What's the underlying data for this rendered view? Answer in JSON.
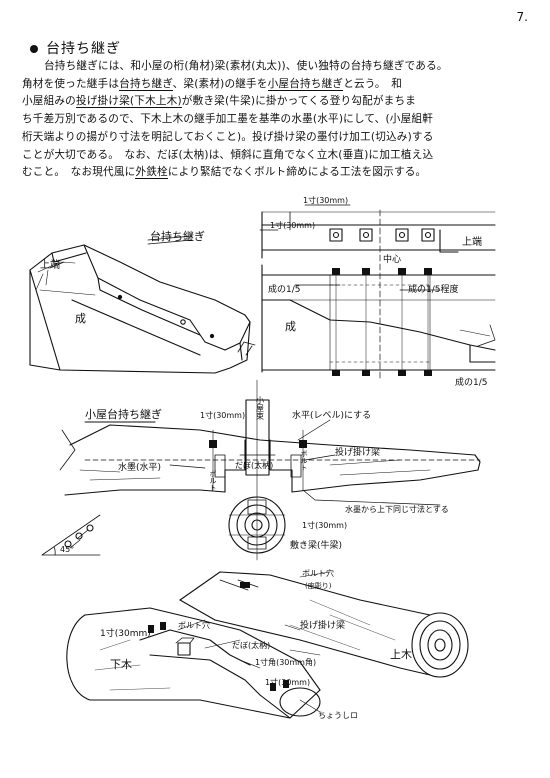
{
  "page_number": "7.",
  "section": {
    "title": "台持ち継ぎ"
  },
  "paragraph": {
    "lines": [
      [
        {
          "t": "台持ち継ぎには、和小屋の桁(角材)梁(素材(丸太))、使い独特の台持ち継ぎである。"
        }
      ],
      [
        {
          "t": "角材を使った継手は"
        },
        {
          "t": "台持ち継ぎ",
          "u": true
        },
        {
          "t": "、梁(素材)の継手を"
        },
        {
          "t": "小屋台持ち継ぎ",
          "u": true
        },
        {
          "t": "と云う。　和"
        }
      ],
      [
        {
          "t": "小屋組みの"
        },
        {
          "t": "投げ掛け梁(下木上木)",
          "u": true
        },
        {
          "t": "が敷き梁(牛梁)に掛かってくる登り勾配がまちま"
        }
      ],
      [
        {
          "t": "ち千差万別であるので、下木上木の継手加工墨を基準の水墨(水平)にして、(小屋組軒"
        }
      ],
      [
        {
          "t": "桁天端よりの揚がり寸法を明記しておくこと)。投げ掛け梁の墨付け加工(切込み)する"
        }
      ],
      [
        {
          "t": "ことが大切である。　なお、だぼ(太枘)は、傾斜に直角でなく立木(垂直)に加工植え込"
        }
      ],
      [
        {
          "t": "むこと。　なお現代風に"
        },
        {
          "t": "外鉄栓",
          "u": true
        },
        {
          "t": "により緊結でなくボルト締めによる工法を図示する。"
        }
      ]
    ]
  },
  "figure1": {
    "title": "台持ち継ぎ",
    "label_upper_end": "上端",
    "label_depth": "成"
  },
  "figure2": {
    "dim_30mm": "1寸(30mm)",
    "label_upper_end": "上端",
    "label_center": "中心",
    "label_depth_fifth": "成の1/5",
    "label_depth_fifth_approx": "成の1/5程度",
    "label_depth": "成",
    "label_depth_fifth_bottom": "成の1/5"
  },
  "figure3": {
    "title": "小屋台持ち継ぎ",
    "dim_30mm_top": "1寸(30mm)",
    "label_post": "小屋束",
    "label_level": "水平(レベル)にする",
    "label_rafter_beam": "投げ掛け梁",
    "label_water_line": "水墨(水平)",
    "label_dowel": "だぼ(太枘)",
    "label_bolt_left": "ボルト",
    "label_bolt_right": "ボルト",
    "label_same_dim": "水墨から上下同じ寸法とする",
    "dim_30mm_bottom": "1寸(30mm)",
    "label_sill_beam": "敷き梁(牛梁)",
    "label_angle": "45°"
  },
  "figure4": {
    "label_bolt_hole": "ボルト穴",
    "label_bolt_hole_note": "(座彫り)",
    "label_rafter_beam": "投げ掛け梁",
    "label_bolt_hole_2": "ボルト穴",
    "dim_30mm_left": "1寸(30mm)",
    "label_lower": "下木",
    "label_upper": "上木",
    "label_dowel": "だぼ(太枘)",
    "dim_30mm_square": "1寸角(30mm角)",
    "dim_30mm_right": "1寸(30mm)",
    "label_adze": "ちょうしロ"
  }
}
